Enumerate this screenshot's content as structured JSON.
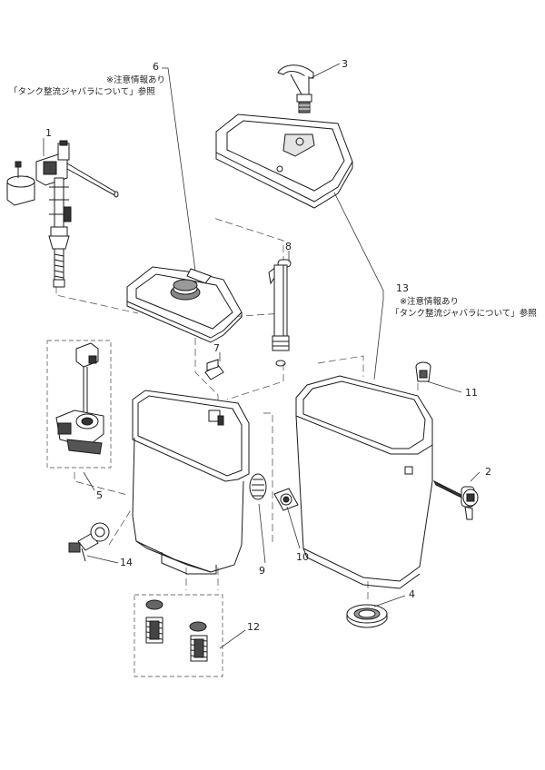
{
  "callouts": {
    "c1": "1",
    "c2": "2",
    "c3": "3",
    "c4": "4",
    "c5": "5",
    "c6": "6",
    "c7": "7",
    "c8": "8",
    "c9": "9",
    "c10": "10",
    "c11": "11",
    "c12": "12",
    "c13": "13",
    "c14": "14"
  },
  "notes": {
    "note6_line1": "※注意情報あり",
    "note6_line2": "「タンク整流ジャバラについて」参照",
    "note13_line1": "※注意情報あり",
    "note13_line2": "「タンク整流ジャバラについて」参照"
  },
  "colors": {
    "line": "#1a1a1a",
    "guide": "#333333",
    "fill": "#ffffff",
    "shade": "#d9d9d9",
    "dark": "#555555"
  }
}
